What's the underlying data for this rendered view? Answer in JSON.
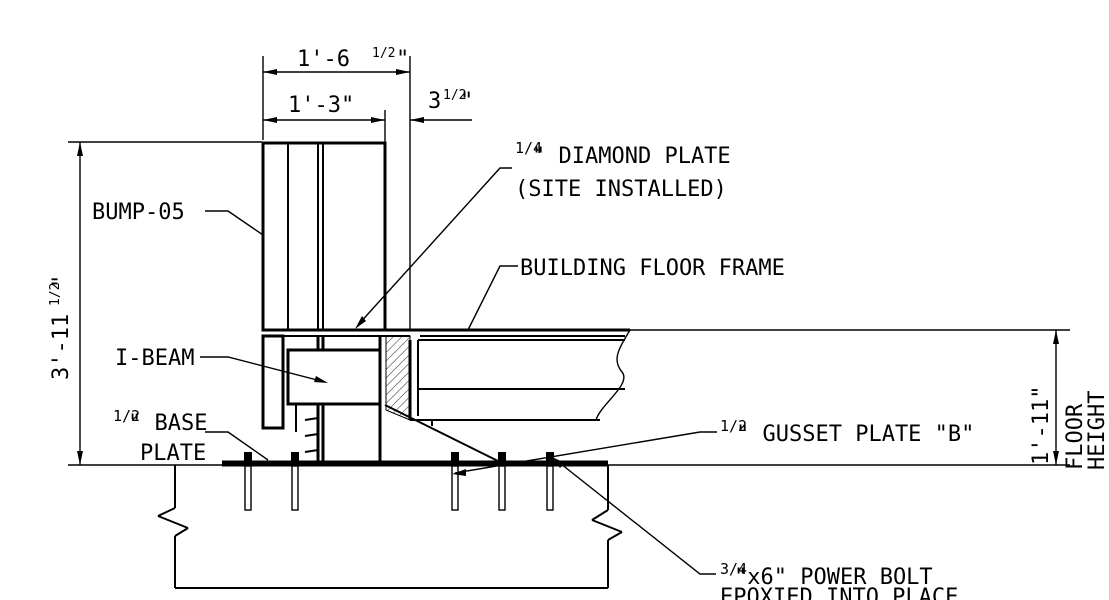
{
  "dimensions": {
    "overall_width": "1'-6",
    "overall_width_frac": "1/2",
    "inner_width": "1'-3\"",
    "offset": "3",
    "offset_frac": "1/2",
    "total_height": "3'-11",
    "total_height_frac": "1/2",
    "floor_height": "1'-11\"",
    "floor_height_label_1": "FLOOR",
    "floor_height_label_2": "HEIGHT"
  },
  "callouts": {
    "diamond_plate_frac": "1/4",
    "diamond_plate_1": "\" DIAMOND PLATE",
    "diamond_plate_2": "(SITE INSTALLED)",
    "bump": "BUMP-05",
    "floor_frame": "BUILDING FLOOR FRAME",
    "ibeam": "I-BEAM",
    "base_plate_frac": "1/2",
    "base_plate_1": "\" BASE",
    "base_plate_2": "PLATE",
    "gusset_frac": "1/2",
    "gusset": "\" GUSSET PLATE \"B\"",
    "bolt_frac": "3/4",
    "bolt_1": "\"x6\" POWER BOLT",
    "bolt_2": "EPOXIED INTO PLACE"
  }
}
